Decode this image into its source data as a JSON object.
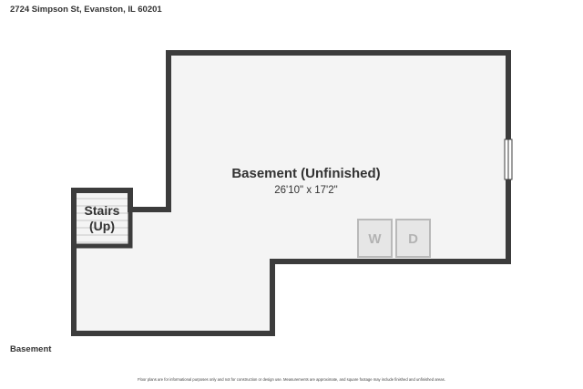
{
  "address": "2724 Simpson St, Evanston, IL 60201",
  "floor": "Basement",
  "room": {
    "name": "Basement (Unfinished)",
    "dimensions": "26'10\" x 17'2\""
  },
  "stairs": {
    "line1": "Stairs",
    "line2": "(Up)"
  },
  "appliances": {
    "washer": "W",
    "dryer": "D"
  },
  "disclaimer": "Floor plans are for informational purposes only and not for construction or design use. Measurements are approximate, and square footage may include finished and unfinished areas.",
  "colors": {
    "wall": "#3c3c3c",
    "floor": "#f4f4f4",
    "appliance_fill": "#e6e6e6",
    "appliance_stroke": "#b9b9b9"
  }
}
